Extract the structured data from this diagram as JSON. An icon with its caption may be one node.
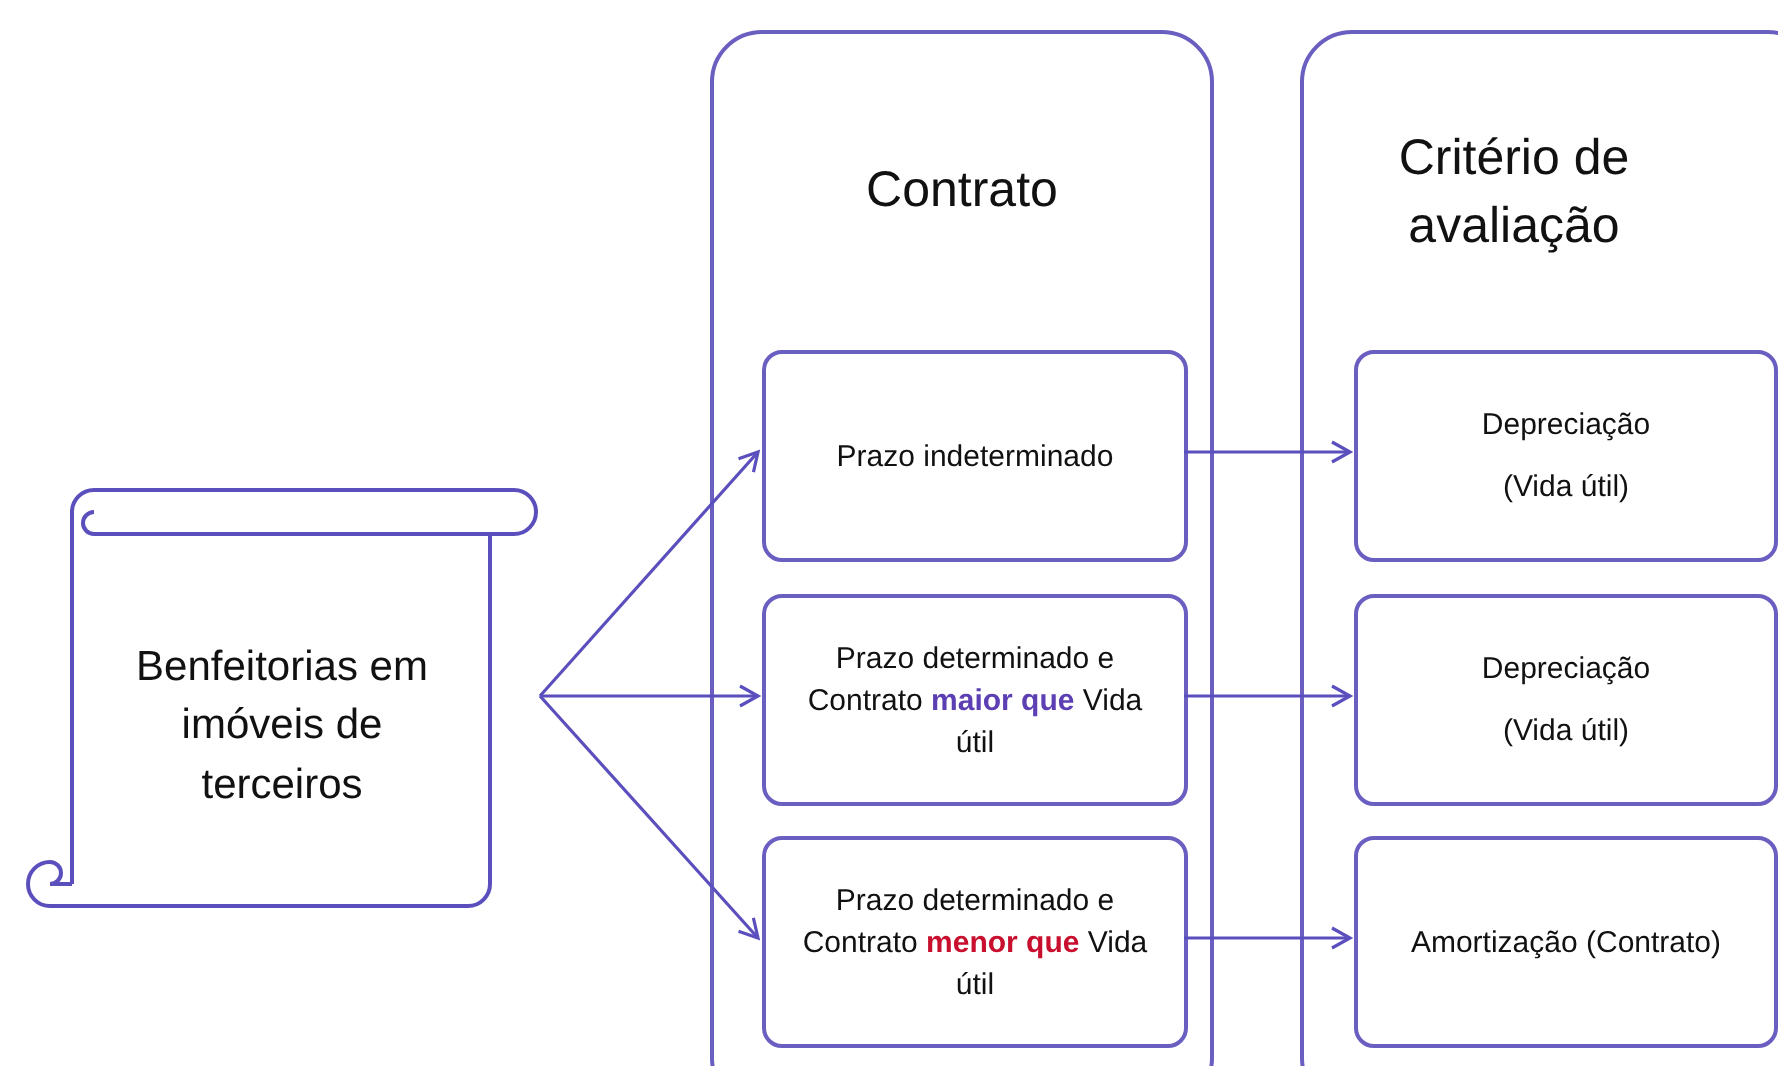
{
  "diagram": {
    "nodes": [
      {
        "text": [
          "Benfeitorias em imóveis de terceiros"
        ]
      },
      {
        "text": [
          "Contrato"
        ]
      },
      {
        "text": [
          "Prazo indeterminado"
        ],
        "in": 1
      },
      {
        "text": [
          "Prazo determinado e Contrato **maior que** Vida útil"
        ],
        "in": 1
      },
      {
        "text": [
          "Prazo determinado e Contrato **menor que** Vida útil"
        ],
        "in": 1
      },
      {
        "text": [
          "Critério de avaliação"
        ]
      },
      {
        "text": [
          "Depreciação",
          "(Vida útil)"
        ],
        "in": 5
      },
      {
        "text": [
          "Depreciação",
          "(Vida útil)"
        ],
        "in": 5
      },
      {
        "text": [
          "Amortização (Contrato)"
        ],
        "in": 5
      }
    ],
    "edges": [
      {
        "from": 0,
        "to": 2,
        "arrow": "to"
      },
      {
        "from": 0,
        "to": 3,
        "arrow": "to"
      },
      {
        "from": 0,
        "to": 4,
        "arrow": "to"
      },
      {
        "from": 2,
        "to": 6,
        "arrow": "to"
      },
      {
        "from": 3,
        "to": 7,
        "arrow": "to"
      },
      {
        "from": 4,
        "to": 8,
        "arrow": "to"
      }
    ]
  }
}
